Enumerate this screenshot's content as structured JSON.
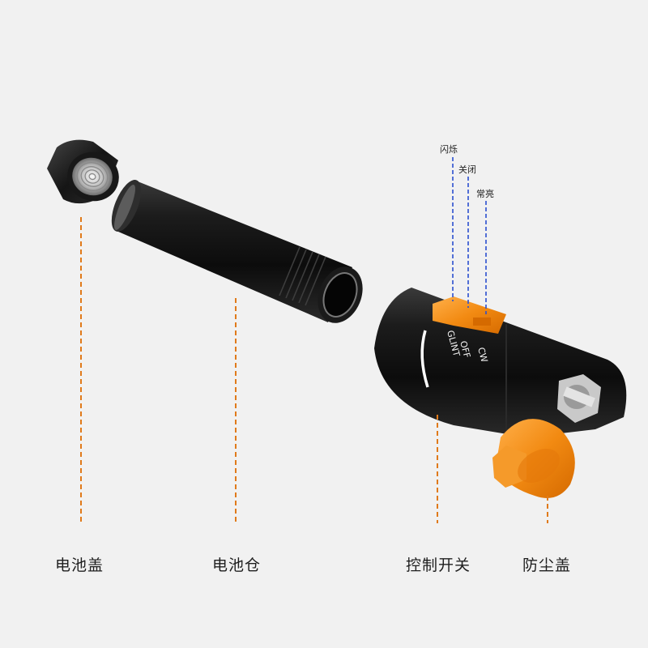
{
  "parts": {
    "battery_cap": "电池盖",
    "battery_compartment": "电池仓",
    "control_switch": "控制开关",
    "dust_cap": "防尘盖"
  },
  "switch_modes": {
    "flash": "闪烁",
    "off": "关闭",
    "steady": "常亮"
  },
  "switch_markings": {
    "glint": "GLINT",
    "off": "OFF",
    "cw": "CW"
  },
  "colors": {
    "background": "#f1f1f1",
    "orange_leader": "#e07a1a",
    "blue_leader": "#2a4fd0",
    "orange_plastic": "#f28a12",
    "body_black": "#141414"
  }
}
